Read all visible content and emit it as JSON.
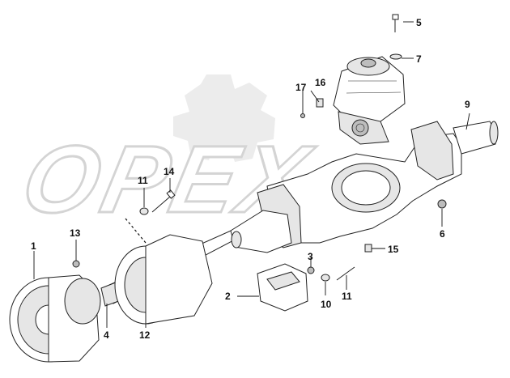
{
  "watermark": {
    "text": "OPEX"
  },
  "callouts": [
    {
      "id": "c1",
      "label": "1"
    },
    {
      "id": "c2",
      "label": "2"
    },
    {
      "id": "c3",
      "label": "3"
    },
    {
      "id": "c4",
      "label": "4"
    },
    {
      "id": "c5",
      "label": "5"
    },
    {
      "id": "c6",
      "label": "6"
    },
    {
      "id": "c7",
      "label": "7"
    },
    {
      "id": "c8",
      "label": "9"
    },
    {
      "id": "c9",
      "label": "10"
    },
    {
      "id": "c10",
      "label": "11"
    },
    {
      "id": "c11",
      "label": "11"
    },
    {
      "id": "c12",
      "label": "12"
    },
    {
      "id": "c13",
      "label": "13"
    },
    {
      "id": "c14",
      "label": "14"
    },
    {
      "id": "c15",
      "label": "15"
    },
    {
      "id": "c16",
      "label": "16"
    },
    {
      "id": "c17",
      "label": "17"
    }
  ]
}
